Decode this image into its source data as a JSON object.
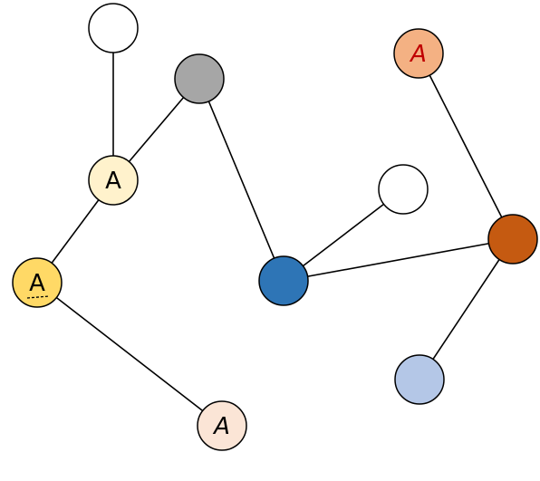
{
  "graph": {
    "nodes": [
      {
        "id": "n1",
        "fill": "#ffffff",
        "label": ""
      },
      {
        "id": "n2",
        "fill": "#a6a6a6",
        "label": ""
      },
      {
        "id": "n3",
        "fill": "#fff2cc",
        "label": "A"
      },
      {
        "id": "n4",
        "fill": "#ffd966",
        "label": "A",
        "label_color": "#000000",
        "underline": true
      },
      {
        "id": "n5",
        "fill": "#fbe5d6",
        "label": "A",
        "label_color": "#000000",
        "italic": true
      },
      {
        "id": "n6",
        "fill": "#2e75b6",
        "label": ""
      },
      {
        "id": "n7",
        "fill": "#ffffff",
        "label": ""
      },
      {
        "id": "n8",
        "fill": "#f4b183",
        "label": "A",
        "label_color": "#c00000",
        "italic": true
      },
      {
        "id": "n9",
        "fill": "#c55a11",
        "label": ""
      },
      {
        "id": "n10",
        "fill": "#b4c7e7",
        "label": ""
      }
    ],
    "edges": [
      [
        "n1",
        "n3"
      ],
      [
        "n2",
        "n3"
      ],
      [
        "n2",
        "n6"
      ],
      [
        "n3",
        "n4"
      ],
      [
        "n4",
        "n5"
      ],
      [
        "n6",
        "n7"
      ],
      [
        "n6",
        "n9"
      ],
      [
        "n8",
        "n9"
      ],
      [
        "n9",
        "n10"
      ]
    ]
  }
}
